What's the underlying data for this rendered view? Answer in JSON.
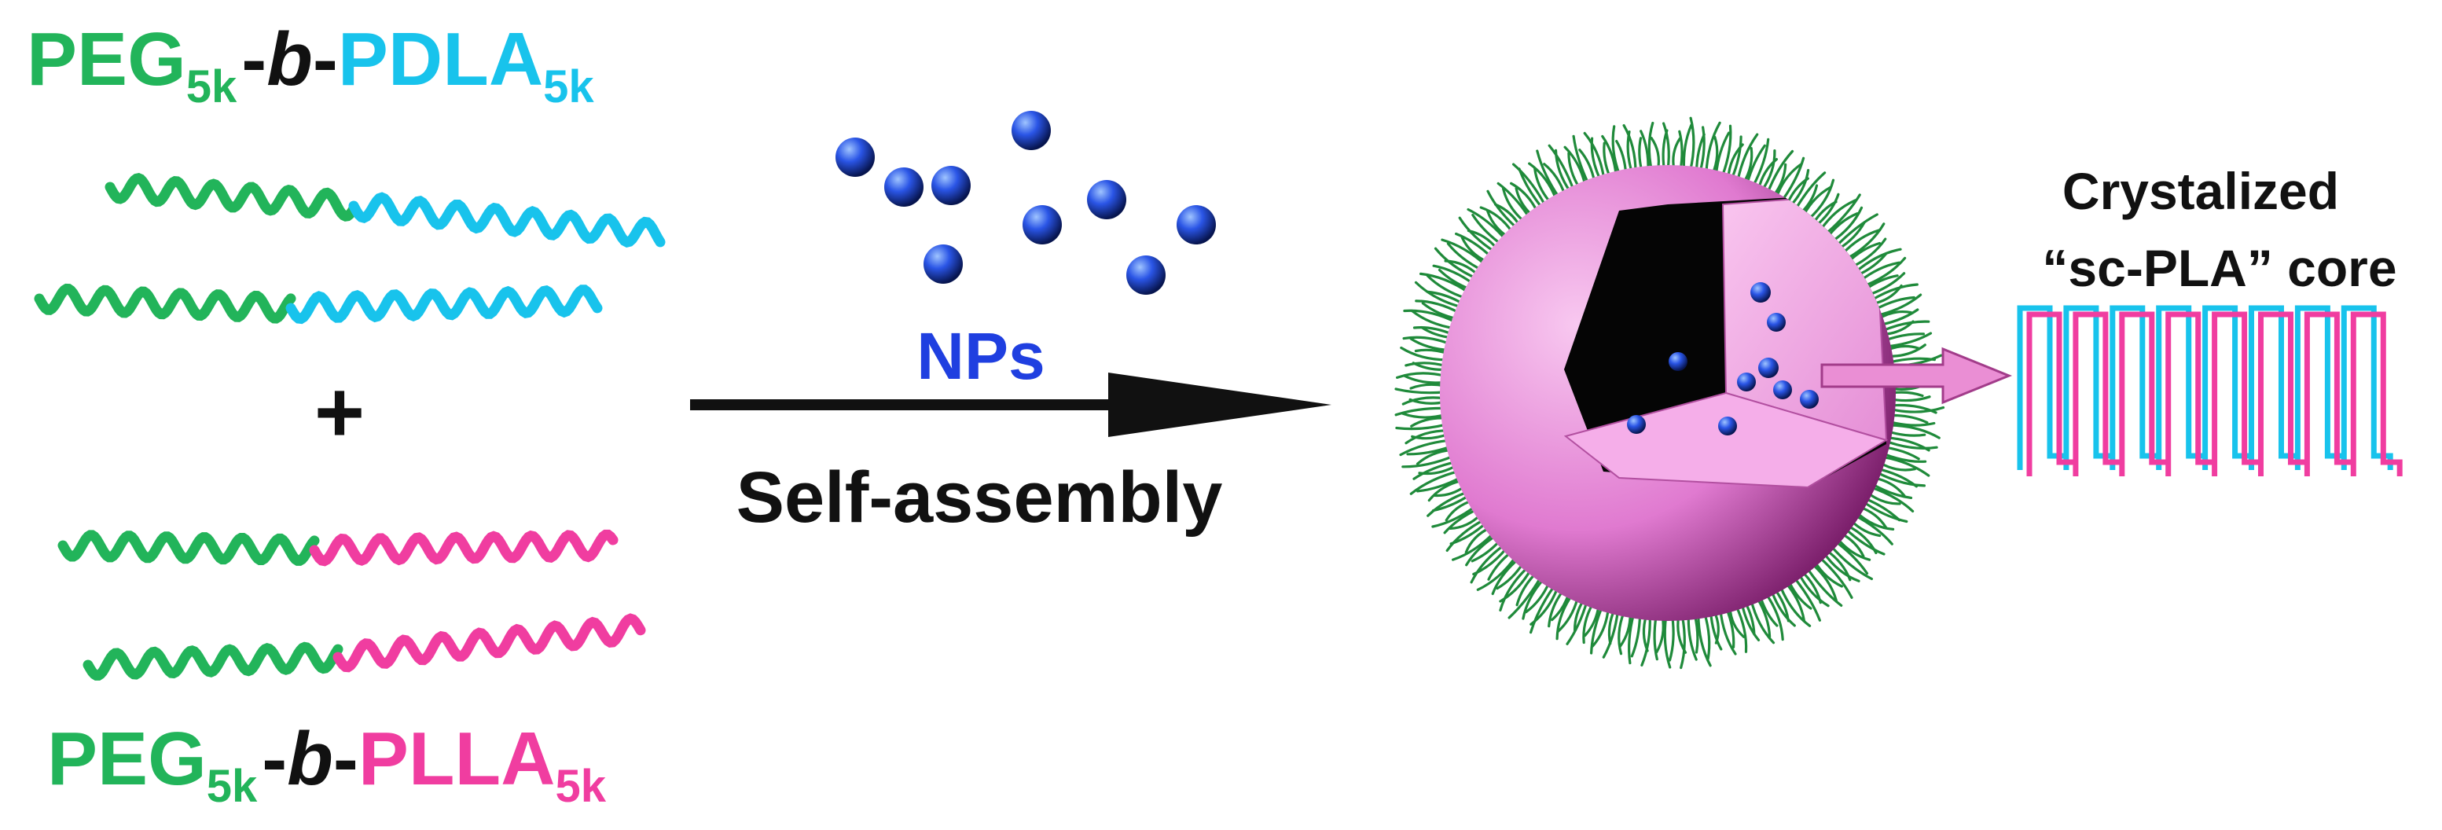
{
  "top_copolymer": {
    "peg": "PEG",
    "peg_sub": "5k",
    "dash1": "-",
    "b": "b",
    "dash2": "-",
    "block": "PDLA",
    "block_sub": "5k"
  },
  "bottom_copolymer": {
    "peg": "PEG",
    "peg_sub": "5k",
    "dash1": "-",
    "b": "b",
    "dash2": "-",
    "block": "PLLA",
    "block_sub": "5k"
  },
  "plus": "+",
  "nps_label": "NPs",
  "arrow_label": "Self-assembly",
  "core_label": {
    "line1": "Crystalized",
    "line2": "“sc-PLA” core"
  },
  "colors": {
    "peg": "#22b45a",
    "pdla": "#18c3ec",
    "plla": "#f03da0",
    "np": "#1e45d8",
    "nps_text": "#1f3fe0",
    "shell": "#e88ad8",
    "shell_cut": "#f6b3ea",
    "core_dark": "#050505",
    "text": "#111111"
  }
}
